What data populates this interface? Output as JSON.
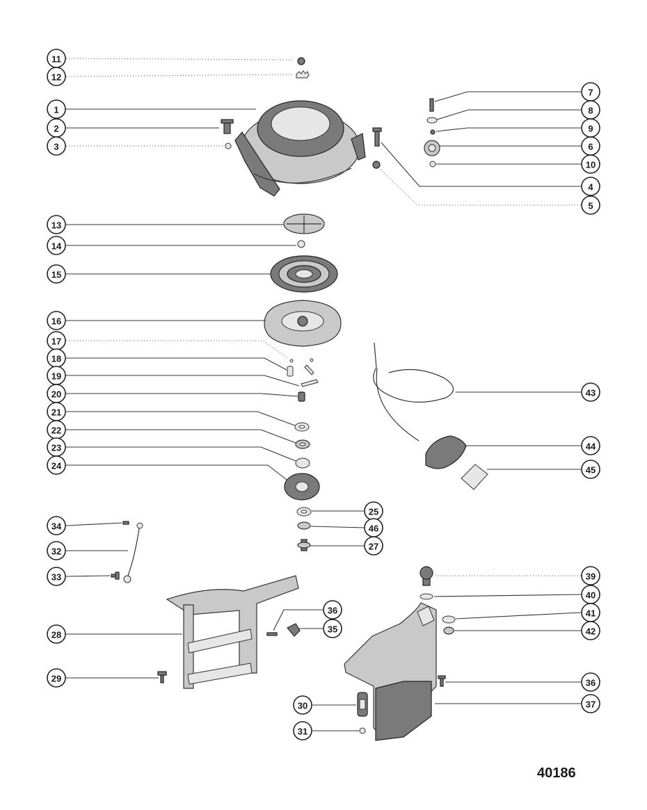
{
  "drawing_number": "40186",
  "callouts": [
    "11",
    "12",
    "1",
    "2",
    "3",
    "7",
    "8",
    "9",
    "6",
    "10",
    "4",
    "5",
    "13",
    "14",
    "15",
    "16",
    "17",
    "18",
    "19",
    "20",
    "21",
    "22",
    "23",
    "24",
    "43",
    "44",
    "45",
    "25",
    "46",
    "27",
    "34",
    "32",
    "33",
    "39",
    "40",
    "41",
    "42",
    "36",
    "35",
    "28",
    "29",
    "36",
    "30",
    "37",
    "31"
  ]
}
